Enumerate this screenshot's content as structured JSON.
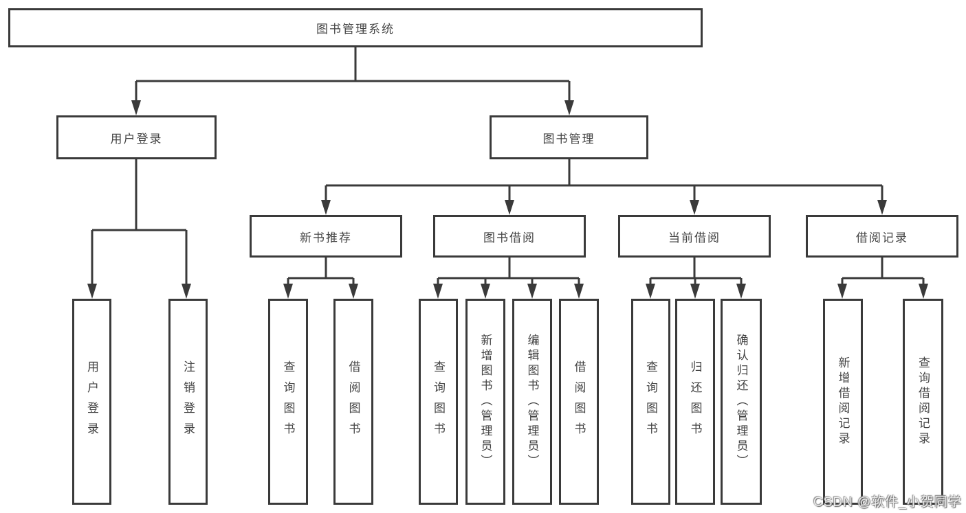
{
  "diagram_type": "hierarchy-tree",
  "tree": {
    "root": "图书管理系统",
    "children": [
      {
        "label": "用户登录",
        "children": [
          {
            "label": "用户登录"
          },
          {
            "label": "注销登录"
          }
        ]
      },
      {
        "label": "图书管理",
        "children": [
          {
            "label": "新书推荐",
            "children": [
              {
                "label": "查询图书"
              },
              {
                "label": "借阅图书"
              }
            ]
          },
          {
            "label": "图书借阅",
            "children": [
              {
                "label": "查询图书"
              },
              {
                "label": "新增图书（管理员）"
              },
              {
                "label": "编辑图书（管理员）"
              },
              {
                "label": "借阅图书"
              }
            ]
          },
          {
            "label": "当前借阅",
            "children": [
              {
                "label": "查询图书"
              },
              {
                "label": "归还图书"
              },
              {
                "label": "确认归还（管理员）"
              }
            ]
          },
          {
            "label": "借阅记录",
            "children": [
              {
                "label": "新增借阅记录"
              },
              {
                "label": "查询借阅记录"
              }
            ]
          }
        ]
      }
    ]
  },
  "watermark": {
    "text": "CSDN @软件_小贺同学"
  },
  "colors": {
    "line": "#3a3a3a",
    "box_border": "#3a3a3a",
    "text": "#444444",
    "background": "#ffffff",
    "watermark": "#f0f0f0"
  }
}
